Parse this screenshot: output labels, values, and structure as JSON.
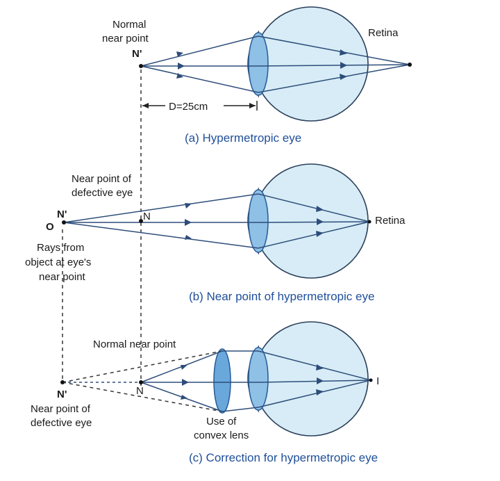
{
  "panel_a": {
    "normal_near_point_line1": "Normal",
    "normal_near_point_line2": "near point",
    "point_label": "N'",
    "retina_label": "Retina",
    "distance_label": "D=25cm",
    "caption": "(a) Hypermetropic eye"
  },
  "panel_b": {
    "near_point_line1": "Near point of",
    "near_point_line2": "defective eye",
    "point_label_n_prime": "N'",
    "point_label_o": "O",
    "point_label_n": "N",
    "retina_label": "Retina",
    "rays_line1": "Rays from",
    "rays_line2": "object at eye's",
    "rays_line3": "near point",
    "caption": "(b) Near point of hypermetropic eye"
  },
  "panel_c": {
    "normal_near_point": "Normal near point",
    "point_label_n_prime": "N'",
    "point_label_n": "N",
    "image_label": "I",
    "near_point_line1": "Near point of",
    "near_point_line2": "defective eye",
    "lens_line1": "Use of",
    "lens_line2": "convex lens",
    "caption": "(c) Correction for hypermetropic eye"
  },
  "colors": {
    "eyeball": "#d7ecf6",
    "lens": "#8fc0e6",
    "ray": "#2d4d7a",
    "caption": "#1f4f9a"
  }
}
